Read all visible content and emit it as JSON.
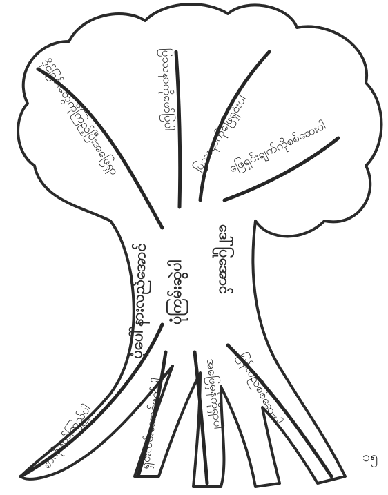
{
  "diagram": {
    "trunk_left": "ပုံပေါ်နားလည်အောင်",
    "trunk_center": "ပုံကြမ်းဆွဲပါ",
    "trunk_right": "ဒေါ်ပြုအောင်",
    "branches": [
      "ဒိုင်ခြင်းတွေကိုကြည့်ပြီးအဖြေရှာ",
      "ပြဿနာကိုဖော်ပြပါ",
      "ပြဿနာကိုဖြေရှင်းပါ",
      "ဖြေရှင်းချက်ကိုစစ်ဆေးပါ"
    ],
    "roots": [
      "စာကိုဖတ်ကြည့်ပါ",
      "ရှင်းလင်းအောင်ဖတ်ပါ",
      "အဖြေမှန်ကိုရှာပါ",
      "ပြန်လည်စစ်ဆေးပါ"
    ],
    "page_number": "၁၅"
  },
  "colors": {
    "ink": "#2a2a2a",
    "paper": "#ffffff"
  }
}
